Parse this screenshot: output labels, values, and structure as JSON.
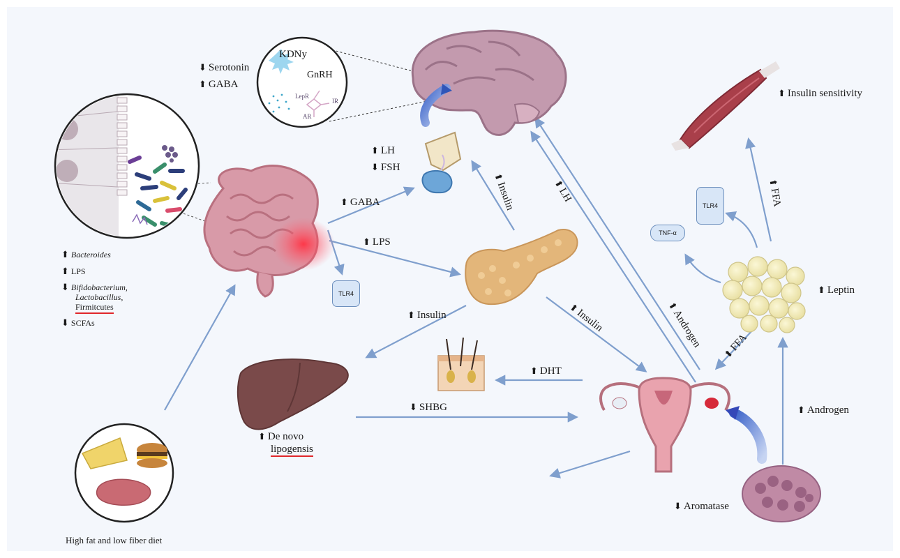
{
  "gut_labels": {
    "bacteroides": "Bacteroides",
    "lps": "LPS",
    "bifido": "Bifidobacterium,",
    "lacto": "Lactobacillus,",
    "firmicutes": "Firmitcutes",
    "scfas": "SCFAs"
  },
  "brain_labels": {
    "serotonin": "Serotonin",
    "gaba": "GABA",
    "kdny": "KDNy",
    "gnrh": "GnRH",
    "lepr": "LepR",
    "ir": "IR",
    "ar": "AR"
  },
  "pituitary_labels": {
    "lh": "LH",
    "fsh": "FSH"
  },
  "arrow_labels": {
    "gaba": "GABA",
    "lps": "LPS",
    "insulin_brain": "Insulin",
    "lh": "LH",
    "insulin_liver": "Insulin",
    "insulin_ovary": "Insulin",
    "androgen_brain": "Androgen",
    "dht": "DHT",
    "shbg": "SHBG",
    "ffa_muscle": "FFA",
    "ffa_ovary": "FFA",
    "androgen_fat": "Androgen"
  },
  "tags": {
    "tlr4_gut": "TLR4",
    "tlr4_fat": "TLR4",
    "tnf": "TNF-α"
  },
  "muscle": {
    "insulin_sensitivity": "Insulin sensitivity"
  },
  "fat": {
    "leptin": "Leptin"
  },
  "liver": {
    "de_novo": "De novo",
    "lipogenesis": "lipogensis"
  },
  "ovary": {
    "aromatase": "Aromatase"
  },
  "diet": {
    "caption": "High fat and low fiber diet"
  },
  "colors": {
    "arrow": "#7f9fcd",
    "organ": "#c98a9a",
    "liver": "#7a4a4a",
    "pancreas": "#e3b67a",
    "underline": "#e0262a"
  }
}
